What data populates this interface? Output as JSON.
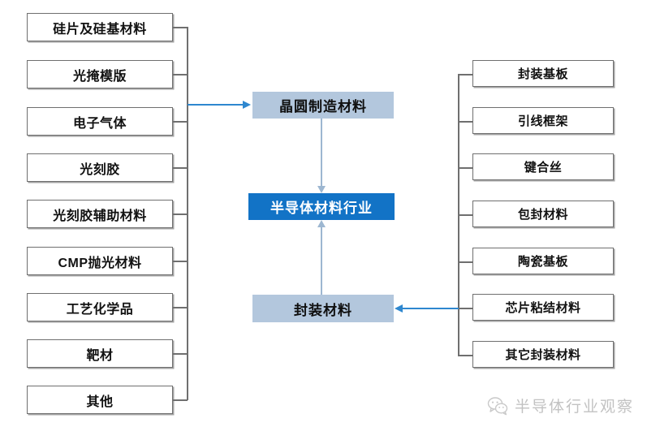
{
  "diagram": {
    "title_center": "半导体材料行业",
    "center_nodes": [
      {
        "label": "晶圆制造材料",
        "style": "pale"
      },
      {
        "label": "半导体材料行业",
        "style": "strong"
      },
      {
        "label": "封装材料",
        "style": "pale"
      }
    ],
    "left_branch": {
      "parent": "晶圆制造材料",
      "items": [
        "硅片及硅基材料",
        "光掩模版",
        "电子气体",
        "光刻胶",
        "光刻胶辅助材料",
        "CMP抛光材料",
        "工艺化学品",
        "靶材",
        "其他"
      ]
    },
    "right_branch": {
      "parent": "封装材料",
      "items": [
        "封装基板",
        "引线框架",
        "键合丝",
        "包封材料",
        "陶瓷基板",
        "芯片粘结材料",
        "其它封装材料"
      ]
    },
    "colors": {
      "accent_strong": "#1273c6",
      "accent_pale": "#b3c7dd",
      "arrow_blue": "#2e87cf",
      "connector_blue": "#9db7d1",
      "box_border": "#6f6f6f"
    }
  },
  "watermark": {
    "text": "半导体行业观察",
    "icon": "wechat-icon"
  }
}
